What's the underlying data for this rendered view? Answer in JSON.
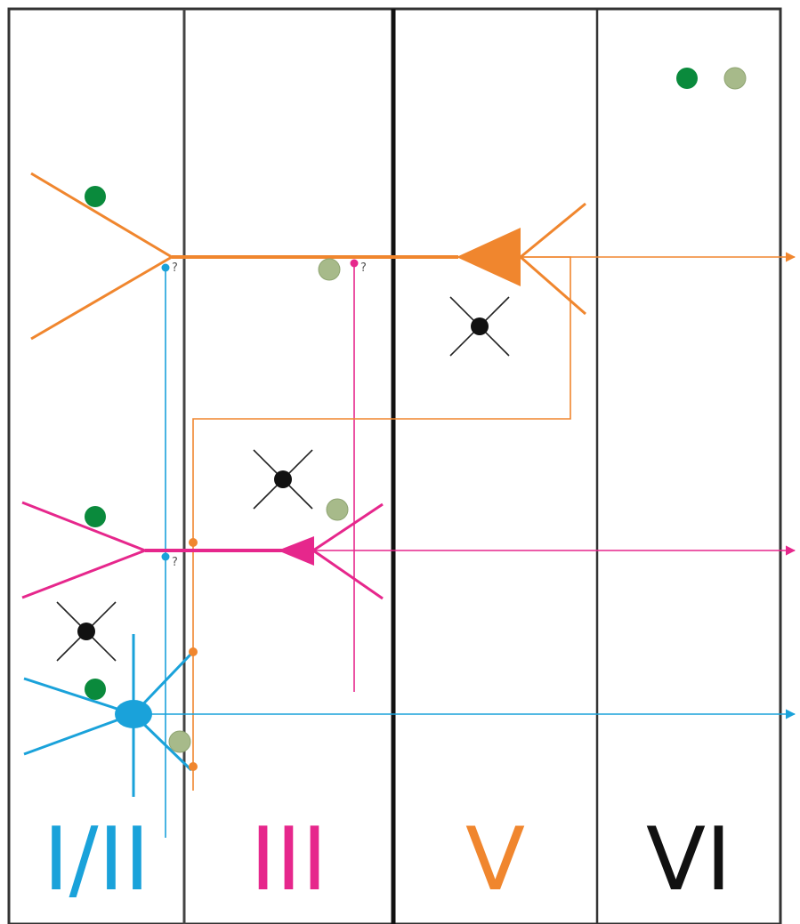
{
  "colors": {
    "orange": "#F0862E",
    "magenta": "#E6278C",
    "cyan": "#1AA2DA",
    "black": "#111111",
    "dark_green": "#0A8A3C",
    "pale_green": "#A7BA8A",
    "border": "#333333",
    "label_black": "#111111"
  },
  "layers": [
    {
      "label": "I/II",
      "color": "#1AA2DA"
    },
    {
      "label": "III",
      "color": "#E6278C"
    },
    {
      "label": "V",
      "color": "#F0862E"
    },
    {
      "label": "VI",
      "color": "#111111"
    }
  ],
  "uncertain_marker": "?",
  "legend": {
    "items": [
      {
        "icon": "dark-green-dot",
        "color": "#0A8A3C"
      },
      {
        "icon": "pale-green-dot",
        "color": "#A7BA8A"
      }
    ]
  }
}
